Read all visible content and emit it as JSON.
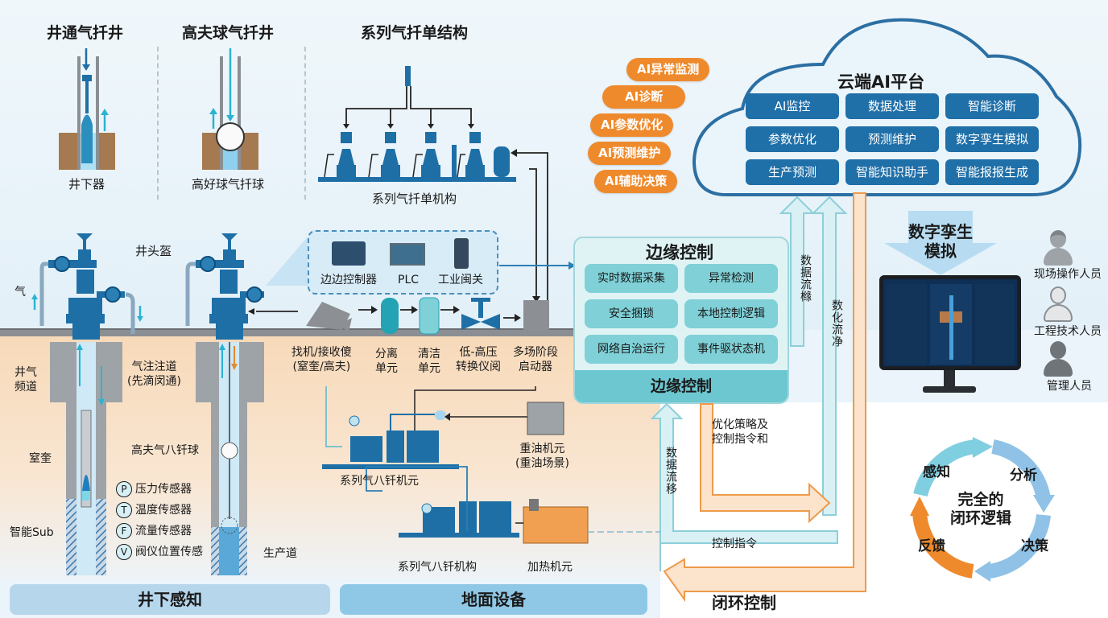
{
  "top_section": {
    "panel1": {
      "title": "井通气扦井",
      "caption": "井下器"
    },
    "panel2": {
      "title": "高夫球气扦井",
      "caption": "高好球气扦球"
    },
    "panel3": {
      "title": "系列气扦单结构",
      "caption": "系列气扦单机构"
    }
  },
  "ai_pills": [
    "AI异常监测",
    "AI诊断",
    "AI参数优化",
    "AI预测维护",
    "AI辅助决策"
  ],
  "cloud": {
    "title": "云端AI平台",
    "tiles": [
      "AI监控",
      "数据处理",
      "智能诊断",
      "参数优化",
      "预测维护",
      "数字孪生模拟",
      "生产预测",
      "智能知识助手",
      "智能报报生成"
    ]
  },
  "wells": {
    "wellhead_label": "井头盔",
    "gas_label": "气",
    "channel_label": "井气\n频道",
    "injection_label": "气注注道\n(先滴闵通)",
    "plunger_label": "窒奎",
    "golf_ball_label": "高夫气八钎球",
    "smart_sub_label": "智能Sub",
    "production_label": "生产道",
    "sensors": [
      {
        "symbol": "P",
        "label": "压力传感器"
      },
      {
        "symbol": "T",
        "label": "温度传感器"
      },
      {
        "symbol": "F",
        "label": "流量传感器"
      },
      {
        "symbol": "V",
        "label": "阀仪位置传感"
      }
    ]
  },
  "controllers": {
    "items": [
      "边边控制器",
      "PLC",
      "工业闽关"
    ]
  },
  "surface_chain": [
    {
      "label": "找机/接收傻\n(窒奎/高夫)"
    },
    {
      "label": "分离\n单元"
    },
    {
      "label": "清洁\n单元"
    },
    {
      "label": "低-高压\n转换仪阅"
    },
    {
      "label": "多场阶段\n启动器"
    }
  ],
  "machines": {
    "unit_top": "系列气八钎机元",
    "unit_bottom": "系列气八钎机构",
    "heavy_oil": "重油机元\n(重油场景)",
    "heater": "加热机元"
  },
  "edge": {
    "title": "边缘控制",
    "tiles": [
      "实时数据采集",
      "异常检测",
      "安全捆锁",
      "本地控制逻辑",
      "网络自治运行",
      "事件驱状态机"
    ],
    "footer": "边缘控制"
  },
  "flows": {
    "up_data_1": "数据流橼",
    "up_data_2": "数化流净",
    "down_data": "数据流移",
    "strategy": "优化策略及\n控制指令和",
    "control_cmd": "控制指令",
    "closed_loop": "闭环控制"
  },
  "twin": {
    "title": "数字孪生\n模拟",
    "people": [
      "现场操作人员",
      "工程技术人员",
      "管理人员"
    ]
  },
  "loop": {
    "center": "完全的\n闭环逻辑",
    "steps": [
      "感知",
      "分析",
      "决策",
      "反馈"
    ]
  },
  "footers": {
    "downhole": "井下感知",
    "surface": "地面设备"
  },
  "colors": {
    "orange": "#ef8a2c",
    "cloud_blue": "#1f6fa8",
    "teal": "#7fd0d7",
    "equipment_blue": "#1e6fa6"
  }
}
